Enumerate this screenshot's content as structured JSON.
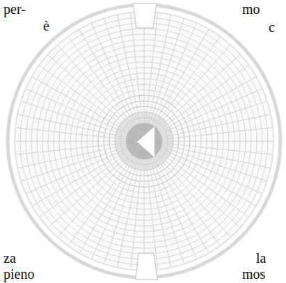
{
  "diagram": {
    "labels": [
      "per-",
      "è",
      "mo",
      "c",
      "za",
      "pieno",
      "la",
      "mos"
    ]
  }
}
